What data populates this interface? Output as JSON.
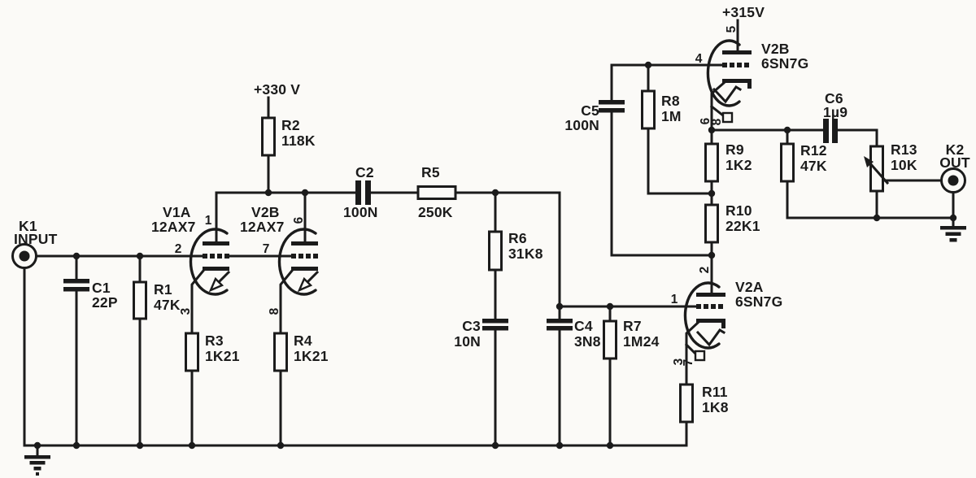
{
  "colors": {
    "ink": "#1b1b1b",
    "paper": "#fbfaf7"
  },
  "supplies": {
    "b330": "+330 V",
    "b315": "+315V"
  },
  "connectors": {
    "k1": {
      "ref": "K1",
      "label": "INPUT"
    },
    "k2": {
      "ref": "K2",
      "label": "OUT"
    }
  },
  "tubes": {
    "v1a": {
      "ref": "V1A",
      "type": "12AX7",
      "pin_anode": "1",
      "pin_grid": "2",
      "pin_cathode": "3"
    },
    "v1b": {
      "ref": "V2B",
      "type": "12AX7",
      "pin_anode": "6",
      "pin_grid": "7",
      "pin_cathode": "8"
    },
    "v2a": {
      "ref": "V2A",
      "type": "6SN7G",
      "pin_anode": "2",
      "pin_grid": "1",
      "pin_cathode": "3",
      "pin_aux": "7"
    },
    "v2b": {
      "ref": "V2B",
      "type": "6SN7G",
      "pin_anode": "5",
      "pin_grid": "4",
      "pin_cathode": "6",
      "pin_aux": "8"
    }
  },
  "resistors": {
    "r1": {
      "ref": "R1",
      "value": "47K"
    },
    "r2": {
      "ref": "R2",
      "value": "118K"
    },
    "r3": {
      "ref": "R3",
      "value": "1K21"
    },
    "r4": {
      "ref": "R4",
      "value": "1K21"
    },
    "r5": {
      "ref": "R5",
      "value": "250K"
    },
    "r6": {
      "ref": "R6",
      "value": "31K8"
    },
    "r7": {
      "ref": "R7",
      "value": "1M24"
    },
    "r8": {
      "ref": "R8",
      "value": "1M"
    },
    "r9": {
      "ref": "R9",
      "value": "1K2"
    },
    "r10": {
      "ref": "R10",
      "value": "22K1"
    },
    "r11": {
      "ref": "R11",
      "value": "1K8"
    },
    "r12": {
      "ref": "R12",
      "value": "47K"
    },
    "r13": {
      "ref": "R13",
      "value": "10K"
    }
  },
  "capacitors": {
    "c1": {
      "ref": "C1",
      "value": "22P"
    },
    "c2": {
      "ref": "C2",
      "value": "100N"
    },
    "c3": {
      "ref": "C3",
      "value": "10N"
    },
    "c4": {
      "ref": "C4",
      "value": "3N8"
    },
    "c5": {
      "ref": "C5",
      "value": "100N"
    },
    "c6": {
      "ref": "C6",
      "value": "1µ9"
    }
  }
}
